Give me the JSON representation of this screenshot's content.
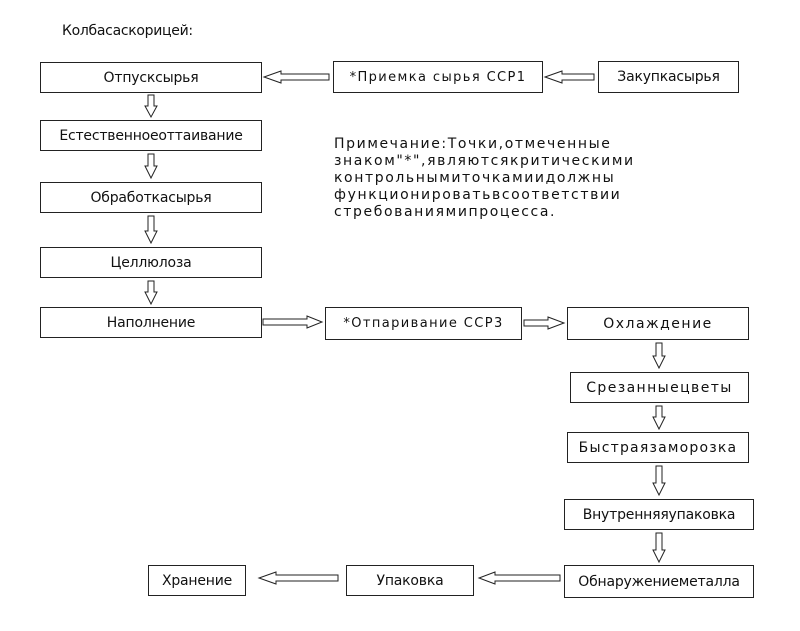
{
  "title": "Колбасаскорицей:",
  "note": {
    "lines": [
      "Примечание:Точки,отмеченные",
      "знаком\"*\",являютсякритическими",
      "контрольнымиточкамиидолжны",
      "функционироватьвсоответствии",
      "стребованиямипроцесса."
    ]
  },
  "boxes": {
    "release": "Отпусксырья",
    "receiving": "*Приемка сырья CCP1",
    "purchase": "Закупкасырья",
    "thawing": "Естественноеоттаивание",
    "processing": "Обработкасырья",
    "cellulose": "Целлюлоза",
    "filling": "Наполнение",
    "steaming": "*Отпаривание CCP3",
    "cooling": "Охлаждение",
    "cut": "Срезанныецветы",
    "freezing": "Быстраязаморозка",
    "inner_pack": "Внутренняяупаковка",
    "metal": "Обнаружениеметалла",
    "packing": "Упаковка",
    "storage": "Хранение"
  }
}
